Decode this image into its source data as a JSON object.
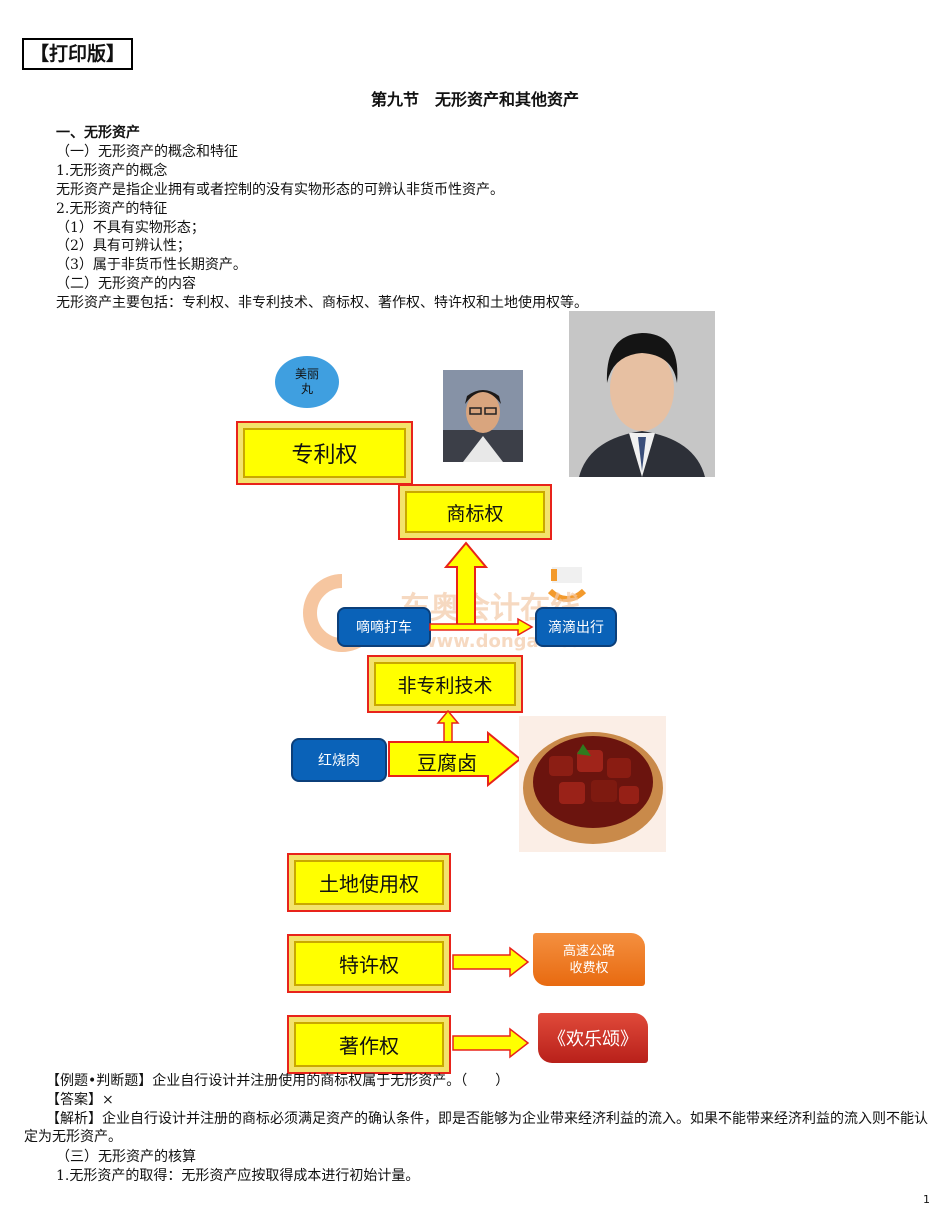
{
  "header": {
    "badge": "【打印版】",
    "title": "第九节　无形资产和其他资产"
  },
  "lines": [
    "一、无形资产",
    "（一）无形资产的概念和特征",
    "1.无形资产的概念",
    "无形资产是指企业拥有或者控制的没有实物形态的可辨认非货币性资产。",
    "2.无形资产的特征",
    "（1）不具有实物形态；",
    "（2）具有可辨认性；",
    "（3）属于非货币性长期资产。",
    "（二）无形资产的内容",
    "无形资产主要包括：专利权、非专利技术、商标权、著作权、特许权和土地使用权等。"
  ],
  "diagram": {
    "oval": "美丽丸",
    "patent": "专利权",
    "trademark": "商标权",
    "didi_left": "嘀嘀打车",
    "didi_right": "滴滴出行",
    "watermark": "东奥会计在线",
    "watermark_url": "www.dongao.com",
    "nonpatent": "非专利技术",
    "hongshaorou": "红烧肉",
    "doufulu": "豆腐卤",
    "land": "土地使用权",
    "franchise": "特许权",
    "highway_1": "高速公路",
    "highway_2": "收费权",
    "copyright": "著作权",
    "huanlesong": "《欢乐颂》"
  },
  "example": {
    "question": "【例题•判断题】企业自行设计并注册使用的商标权属于无形资产。（　　）",
    "answer": "【答案】×",
    "analysis": "【解析】企业自行设计并注册的商标必须满足资产的确认条件，即是否能够为企业带来经济利益的流入。如果不能带来经济利益的流入则不能认定为无形资产。",
    "section3": "（三）无形资产的核算",
    "item1": "1.无形资产的取得：无形资产应按取得成本进行初始计量。"
  },
  "page_number": "1"
}
